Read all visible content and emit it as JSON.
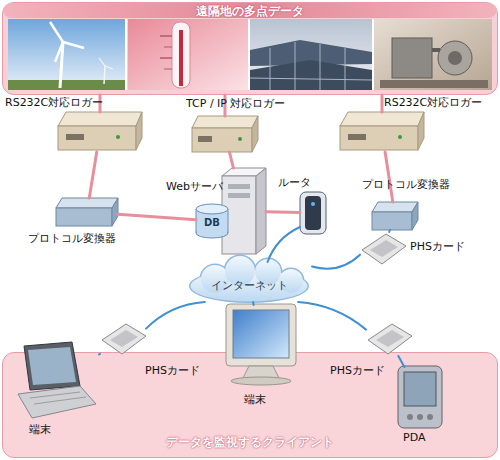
{
  "diagram": {
    "nodes": [
      {
        "text": [
          "遠隔地の多点データ"
        ]
      },
      {
        "text": [
          "RS232C対応ロガー"
        ]
      },
      {
        "text": [
          "TCP / IP 対応ロガー"
        ]
      },
      {
        "text": [
          "RS232C対応ロガー"
        ]
      },
      {
        "text": [
          "Webサーバ"
        ]
      },
      {
        "text": [
          "DB"
        ]
      },
      {
        "text": [
          "ルータ"
        ]
      },
      {
        "text": [
          "プロトコル変換器"
        ]
      },
      {
        "text": [
          "プロトコル変換器"
        ]
      },
      {
        "text": [
          "PHSカード"
        ]
      },
      {
        "text": [
          "インターネット"
        ]
      },
      {
        "text": [
          "データを監視するクライアント"
        ]
      },
      {
        "text": [
          "PHSカード"
        ]
      },
      {
        "text": [
          "PHSカード"
        ]
      },
      {
        "text": [
          "端末"
        ],
        "in": 11
      },
      {
        "text": [
          "端末"
        ],
        "in": 11
      },
      {
        "text": [
          "PDA"
        ],
        "in": 11
      }
    ],
    "edges": [
      {
        "from": 0,
        "to": 1,
        "arrow": "none"
      },
      {
        "from": 0,
        "to": 2,
        "arrow": "none"
      },
      {
        "from": 0,
        "to": 3,
        "arrow": "none"
      },
      {
        "from": 1,
        "to": 7,
        "arrow": "none"
      },
      {
        "from": 7,
        "to": 5,
        "arrow": "none"
      },
      {
        "from": 2,
        "to": 4,
        "arrow": "none"
      },
      {
        "from": 4,
        "to": 6,
        "arrow": "none"
      },
      {
        "from": 3,
        "to": 8,
        "arrow": "none"
      },
      {
        "from": 8,
        "to": 9,
        "arrow": "none"
      },
      {
        "from": 6,
        "to": 10,
        "arrow": "none"
      },
      {
        "from": 9,
        "to": 10,
        "arrow": "none"
      },
      {
        "from": 10,
        "to": 12,
        "arrow": "none"
      },
      {
        "from": 10,
        "to": 15,
        "arrow": "none"
      },
      {
        "from": 10,
        "to": 13,
        "arrow": "none"
      },
      {
        "from": 12,
        "to": 14,
        "arrow": "none"
      },
      {
        "from": 13,
        "to": 16,
        "arrow": "none"
      }
    ]
  }
}
